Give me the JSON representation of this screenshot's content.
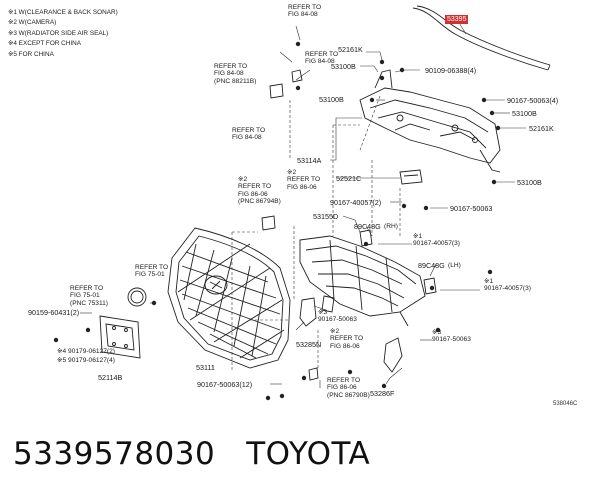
{
  "notes": [
    "※1 W(CLEARANCE & BACK SONAR)",
    "※2 W(CAMERA)",
    "※3 W(RADIATOR SIDE AIR SEAL)",
    "※4 EXCEPT FOR CHINA",
    "※5 FOR CHINA"
  ],
  "highlight_part": "53395",
  "refs": {
    "r1": "REFER TO\nFIG 84-08",
    "r2": "REFER TO\nFIG 84-08",
    "r3": "REFER TO\nFIG 84-08\n(PNC 88211B)",
    "r4": "REFER TO\nFIG 84-08",
    "r5": "※2\nREFER TO\nFIG 86-06\n(PNC 86794B)",
    "r6": "※2\nREFER TO\nFIG 86-06",
    "r7": "REFER TO\nFIG 75-01",
    "r8": "REFER TO\nFIG 75-01\n(PNC 75311)",
    "r9": "※2\nREFER TO\nFIG 86-06",
    "r10": "REFER TO\nFIG 86-06\n(PNC 86790B)"
  },
  "parts": {
    "p52161K_top": "52161K",
    "p53100B_a": "53100B",
    "p90109": "90109-06388(4)",
    "p53100B_b": "53100B",
    "p90167_a": "90167-50063(4)",
    "p53100B_c": "53100B",
    "p52161K_r": "52161K",
    "p53114A": "53114A",
    "p52521C": "52521C",
    "p53100B_d": "53100B",
    "p90167_40057_a": "90167-40057(2)",
    "p90167_50063_b": "90167-50063",
    "p53155D": "53155D",
    "p89C48G_rh": "89C48G",
    "rh": "(RH)",
    "p90167_40057_b": "※1\n90167-40057(3)",
    "p89C48G_lh": "89C48G",
    "lh": "(LH)",
    "p90167_40057_c": "※1\n90167-40057(3)",
    "p90159": "90159-60431(2)",
    "p53285N": "53285N",
    "p90167_50063_c": "※3\n90167-50063",
    "p90167_50063_d": "※3\n90167-50063",
    "p90179_a": "※4 90179-06127(2)",
    "p90179_b": "※5 90179-06127(4)",
    "p52114B": "52114B",
    "p53111": "53111",
    "p90167_50063_12": "90167-50063(12)",
    "p53286F": "53286F"
  },
  "diagram_code": "538046C",
  "footer": {
    "part_number": "5339578030",
    "brand": "TOYOTA"
  }
}
